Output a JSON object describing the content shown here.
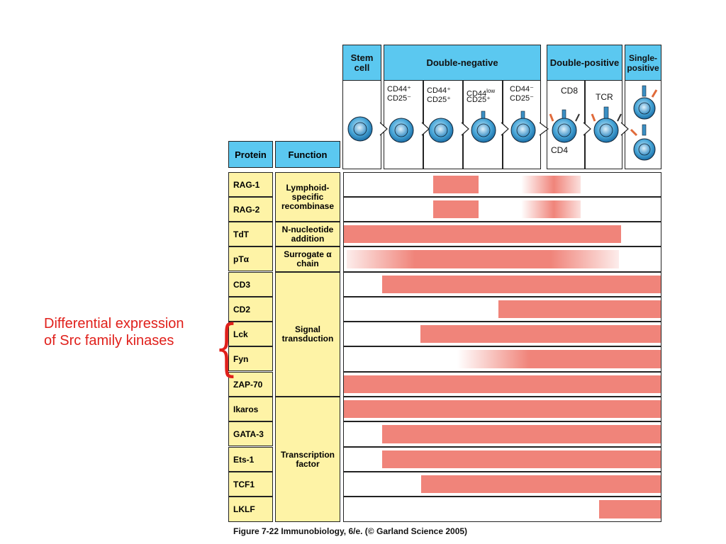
{
  "stages": {
    "stem": "Stem cell",
    "double_negative": "Double-negative",
    "double_positive": "Double-positive",
    "single_positive": "Single-positive"
  },
  "markers": {
    "dn1_a": "CD44⁺",
    "dn1_b": "CD25⁻",
    "dn2_a": "CD44⁺",
    "dn2_b": "CD25⁺",
    "dn3_a": "CD44",
    "dn3_sup": "low",
    "dn3_b": "CD25⁺",
    "dn4_a": "CD44⁻",
    "dn4_b": "CD25⁻",
    "cd8": "CD8",
    "tcr": "TCR",
    "cd4": "CD4"
  },
  "columns": {
    "protein": "Protein",
    "function": "Function"
  },
  "proteins": [
    "RAG-1",
    "RAG-2",
    "TdT",
    "pTα",
    "CD3",
    "CD2",
    "Lck",
    "Fyn",
    "ZAP-70",
    "Ikaros",
    "GATA-3",
    "Ets-1",
    "TCF1",
    "LKLF"
  ],
  "functions": {
    "recombinase": "Lymphoid-specific recombinase",
    "n_nucleotide": "N-nucleotide addition",
    "surrogate": "Surrogate α chain",
    "signal": "Signal transduction",
    "transcription": "Transcription factor"
  },
  "annotation": {
    "text": "Differential expression of Src family kinases",
    "bracket": "{"
  },
  "caption": "Figure 7-22  Immunobiology, 6/e. (© Garland Science 2005)",
  "colors": {
    "bar": "#f0847a",
    "header": "#5bc8f0",
    "label_bg": "#fef3a6",
    "annotation": "#e0201b"
  }
}
